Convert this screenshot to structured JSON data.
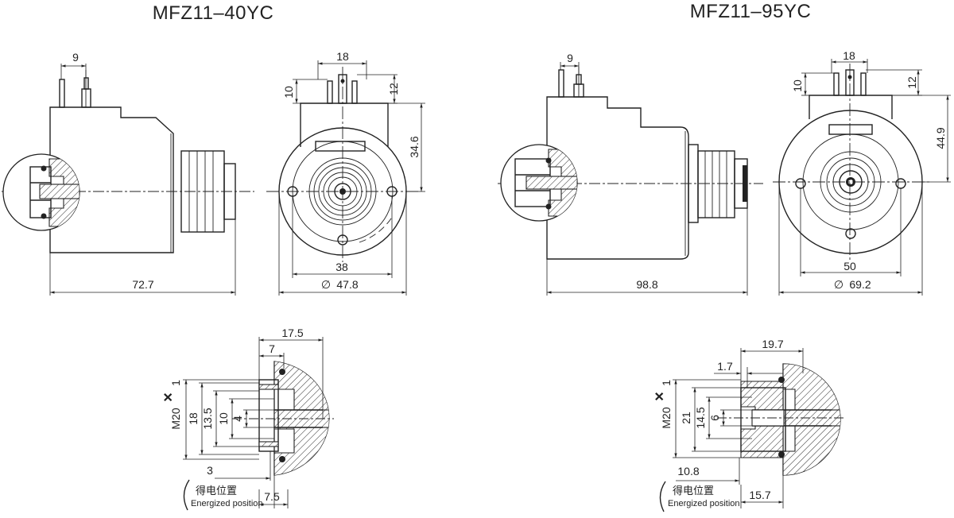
{
  "models": {
    "left": "MFZ11–40YC",
    "right": "MFZ11–95YC"
  },
  "dims_40": {
    "pin_spacing": "9",
    "pin_width": "18",
    "pin_h10": "10",
    "pin_h12": "12",
    "height": "34.6",
    "hole_spacing": "38",
    "diameter": "47.8",
    "length": "72.7"
  },
  "dims_95": {
    "pin_spacing": "9",
    "pin_width": "18",
    "pin_h10": "10",
    "pin_h12": "12",
    "height": "44.9",
    "hole_spacing": "50",
    "diameter": "69.2",
    "length": "98.8"
  },
  "detail_40": {
    "d17_5": "17.5",
    "d7": "7",
    "thread": "M20",
    "thread_mult": "×",
    "thread_pitch": "1",
    "phi18": "18",
    "phi13_5": "13.5",
    "phi10": "10",
    "phi4": "4",
    "d3": "3",
    "d7_5": "7.5"
  },
  "detail_95": {
    "d19_7": "19.7",
    "d1_7": "1.7",
    "thread": "M20",
    "thread_mult": "×",
    "thread_pitch": "1",
    "phi21": "21",
    "phi14_5": "14.5",
    "phi6": "6",
    "d10_8": "10.8",
    "d15_7": "15.7"
  },
  "notes": {
    "energized_cn": "得电位置",
    "energized_en": "Energized position"
  },
  "symbols": {
    "phi": "∅"
  }
}
